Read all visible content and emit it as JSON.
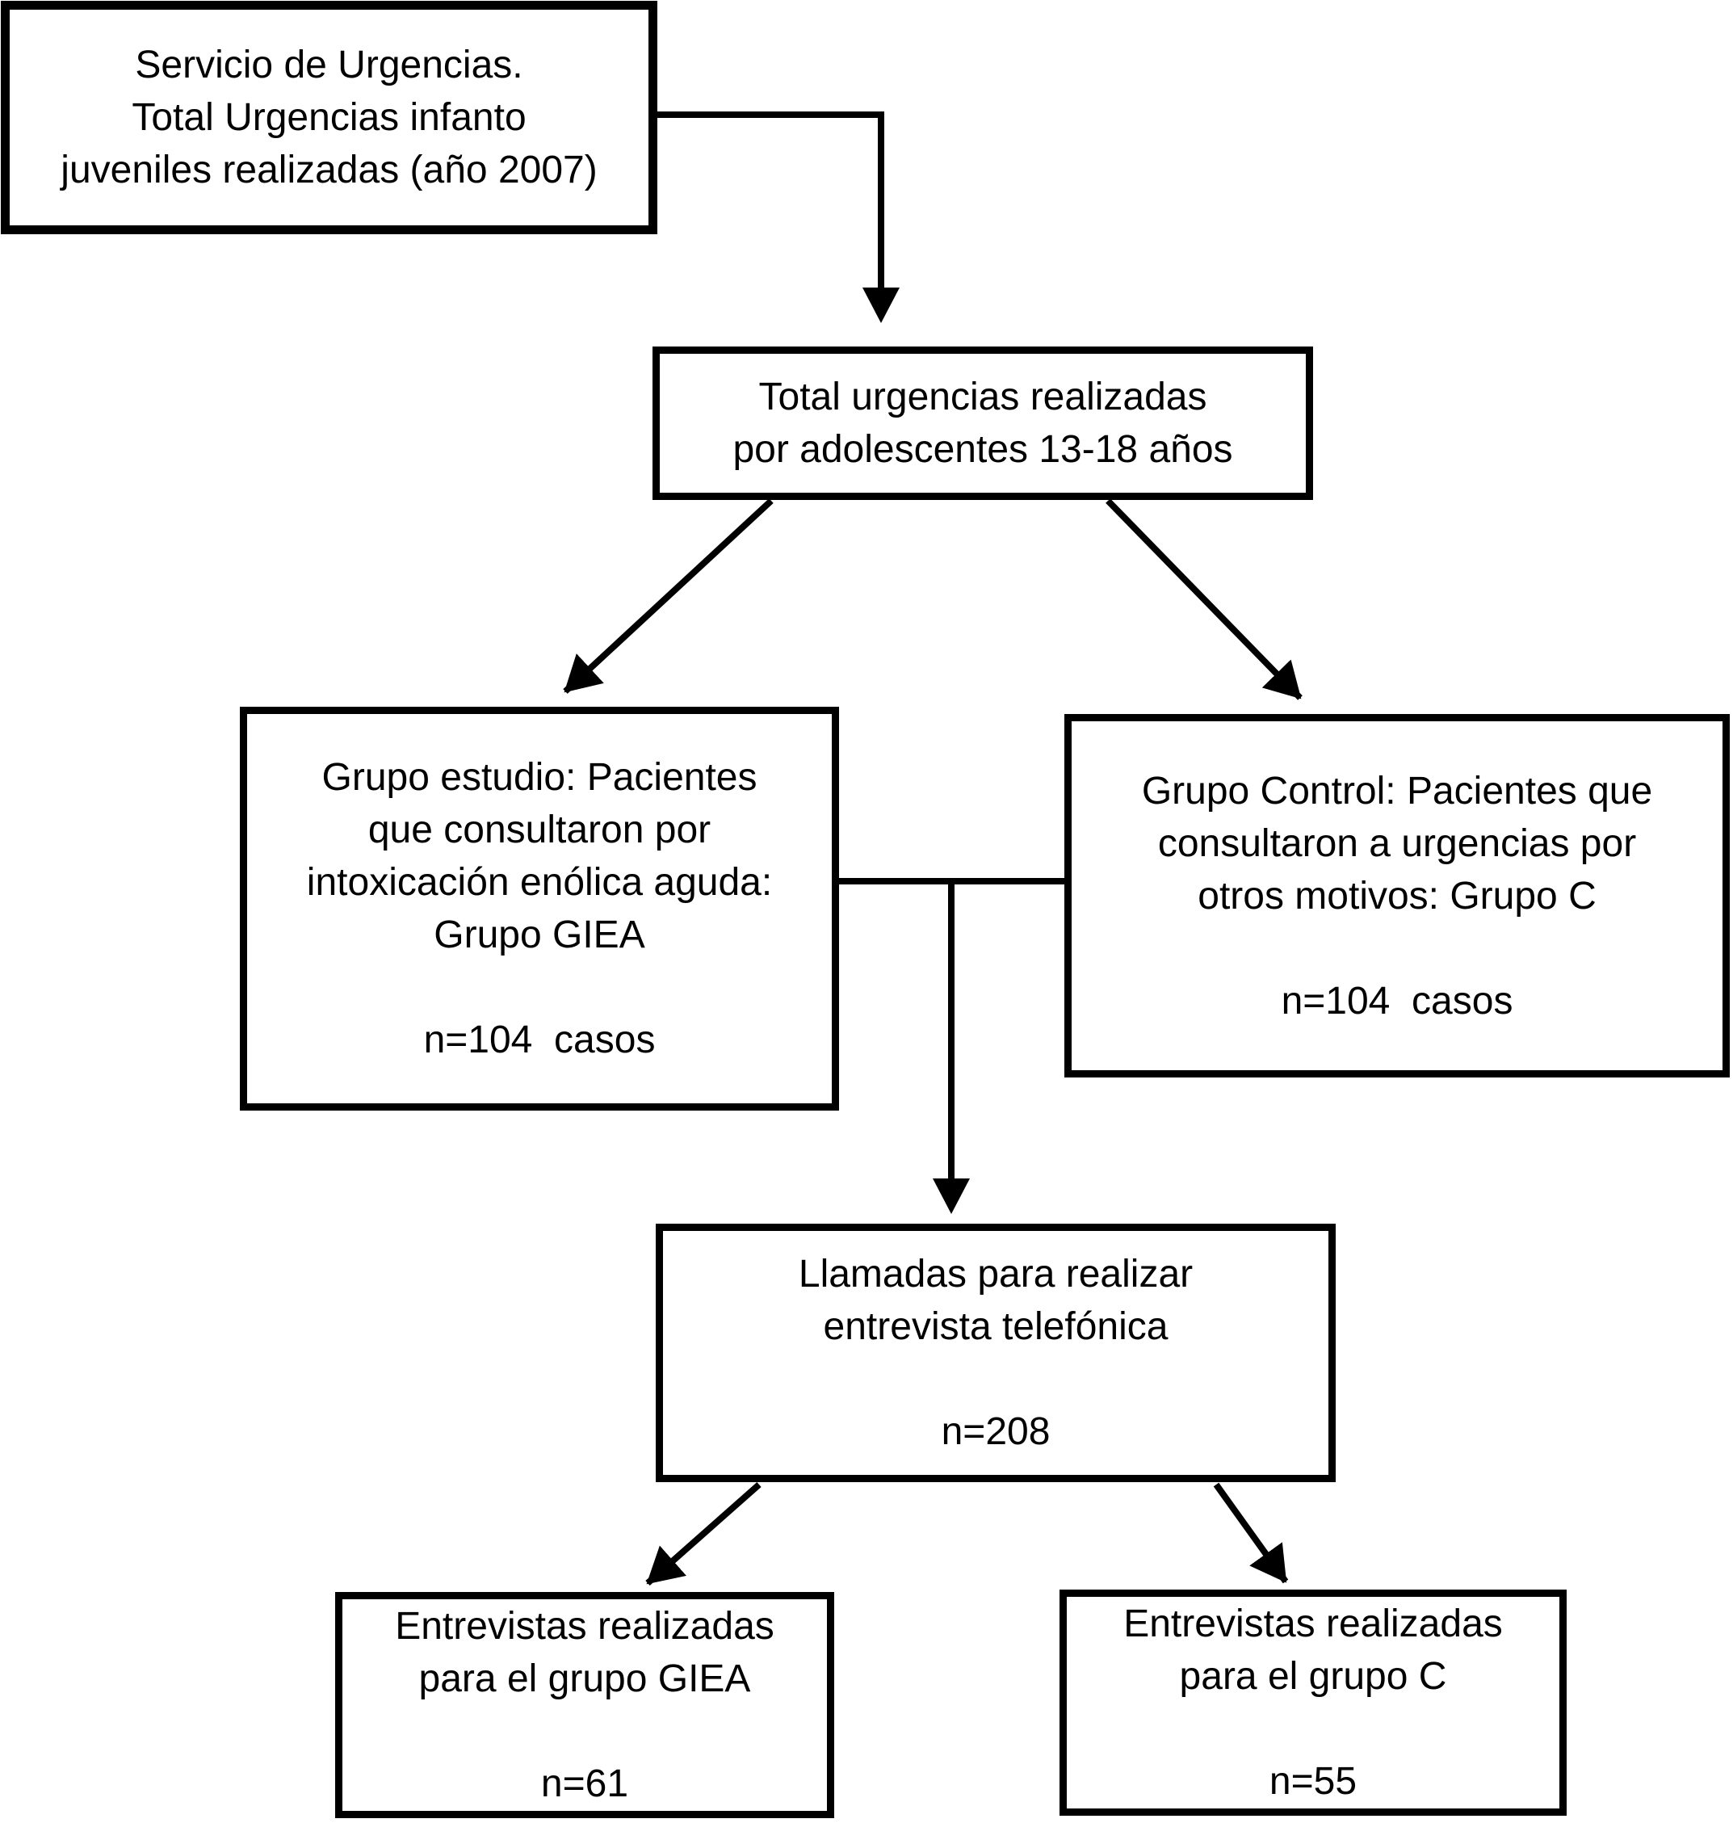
{
  "diagram": {
    "type": "flowchart",
    "background_color": "#ffffff",
    "stroke_color": "#000000",
    "text_color": "#000000",
    "nodes": {
      "servicio_urgencias": {
        "text": "Servicio de Urgencias.\nTotal Urgencias infanto\njuveniles realizadas (año 2007)"
      },
      "total_urgencias_adolescentes": {
        "text": "Total urgencias realizadas\npor adolescentes 13-18 años"
      },
      "grupo_estudio": {
        "text": "Grupo estudio: Pacientes\nque consultaron por\nintoxicación enólica aguda:\nGrupo GIEA\n\nn=104  casos"
      },
      "grupo_control": {
        "text": "Grupo Control: Pacientes que\nconsultaron a urgencias por\notros motivos: Grupo C\n\nn=104  casos"
      },
      "llamadas_entrevista": {
        "text": "Llamadas para realizar\nentrevista telefónica\n\nn=208"
      },
      "entrevistas_giea": {
        "text": "Entrevistas realizadas\npara el grupo GIEA\n\nn=61"
      },
      "entrevistas_c": {
        "text": "Entrevistas realizadas\npara el grupo C\n\nn=55"
      }
    },
    "edges": [
      {
        "from": "servicio_urgencias",
        "to": "total_urgencias_adolescentes"
      },
      {
        "from": "total_urgencias_adolescentes",
        "to": "grupo_estudio"
      },
      {
        "from": "total_urgencias_adolescentes",
        "to": "grupo_control"
      },
      {
        "from": "grupo_estudio_y_control",
        "to": "llamadas_entrevista"
      },
      {
        "from": "llamadas_entrevista",
        "to": "entrevistas_giea"
      },
      {
        "from": "llamadas_entrevista",
        "to": "entrevistas_c"
      }
    ]
  }
}
